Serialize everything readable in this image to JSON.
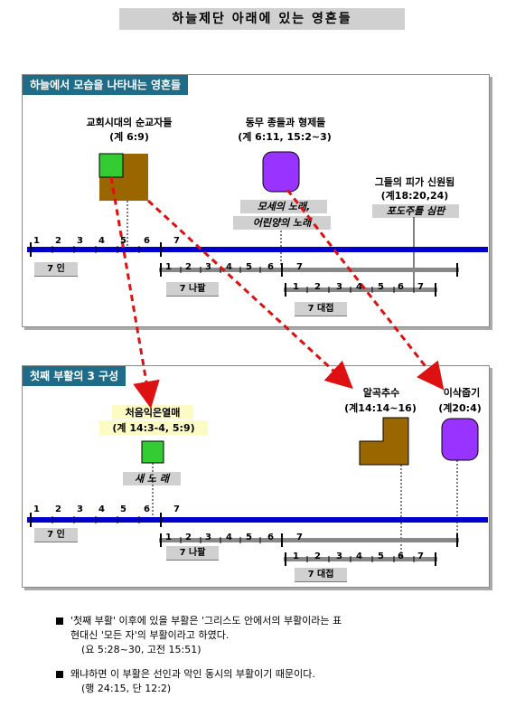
{
  "title": "하늘제단 아래에 있는 영혼들",
  "panel1": {
    "header": "하늘에서 모습을 나타내는 영혼들",
    "martyrs_label": "교회시대의 순교자들",
    "martyrs_ref": "(계 6:9)",
    "brothers_label": "동무 종들과 형제들",
    "brothers_ref": "(계 6:11, 15:2~3)",
    "blood_label": "그들의 피가 신원됨",
    "blood_ref": "(계18:20,24)",
    "grape_label": "포도주틀 심판",
    "song_line1": "모세의 노래,",
    "song_line2": "어린양의 노래",
    "seals_tag": "7 인",
    "trumpets_tag": "7 나팔",
    "bowls_tag": "7 대접"
  },
  "panel2": {
    "header": "첫째 부활의 3 구성",
    "firstfruits_label": "처음익은열매",
    "firstfruits_ref": "(계 14:3-4, 5:9)",
    "new_song": "새 노 래",
    "harvest_label": "알곡추수",
    "harvest_ref": "(계14:14~16)",
    "gleaning_label": "이삭줍기",
    "gleaning_ref": "(계20:4)",
    "seals_tag": "7 인",
    "trumpets_tag": "7 나팔",
    "bowls_tag": "7 대접"
  },
  "timeline_numbers": [
    "1",
    "2",
    "3",
    "4",
    "5",
    "6",
    "7"
  ],
  "notes": {
    "n1_line1": "'첫째 부활' 이후에 있을 부활은 '그리스도 안에서의 부활이라는 표",
    "n1_line2": "현대신 '모든 자'의 부활이라고 하였다.",
    "n1_line3": "(요 5:28~30, 고전 15:51)",
    "n2_line1": "왜냐하면 이 부활은 선인과 악인 동시의 부활이기 때문이다.",
    "n2_line2": "(행 24:15, 단 12:2)"
  },
  "colors": {
    "green": "#33cc33",
    "brown": "#996600",
    "purple": "#9933ff",
    "timeline_blue": "#0000cc",
    "bar_grey": "#888888",
    "arrow_red": "#dd1111",
    "header_teal": "#1e6c88"
  }
}
